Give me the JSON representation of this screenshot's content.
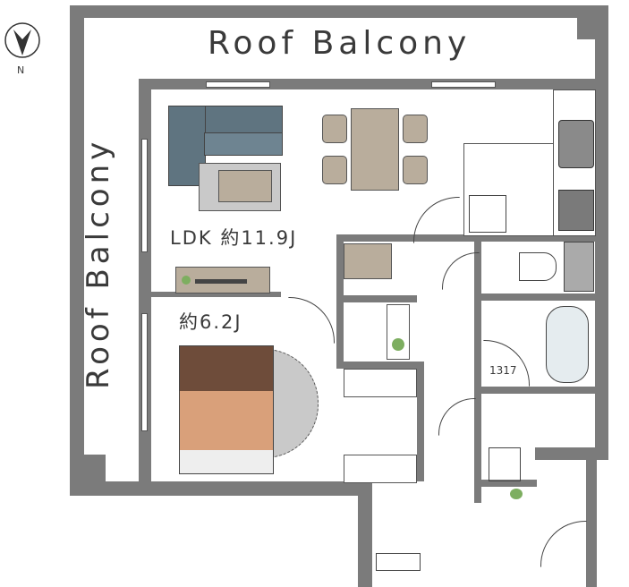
{
  "compass": {
    "label": "N"
  },
  "rooms": {
    "roof_balcony_top": "Roof Balcony",
    "roof_balcony_left": "Roof Balcony",
    "ldk": "LDK 約11.9J",
    "bedroom": "約6.2J",
    "bath_dim": "1317"
  },
  "colors": {
    "wall": "#7b7b7b",
    "furniture": "#b9ad9c",
    "sofa": "#5f7480",
    "bed": "#6e4c3a",
    "rug": "#c9c9c9",
    "plant": "#7dae60"
  }
}
